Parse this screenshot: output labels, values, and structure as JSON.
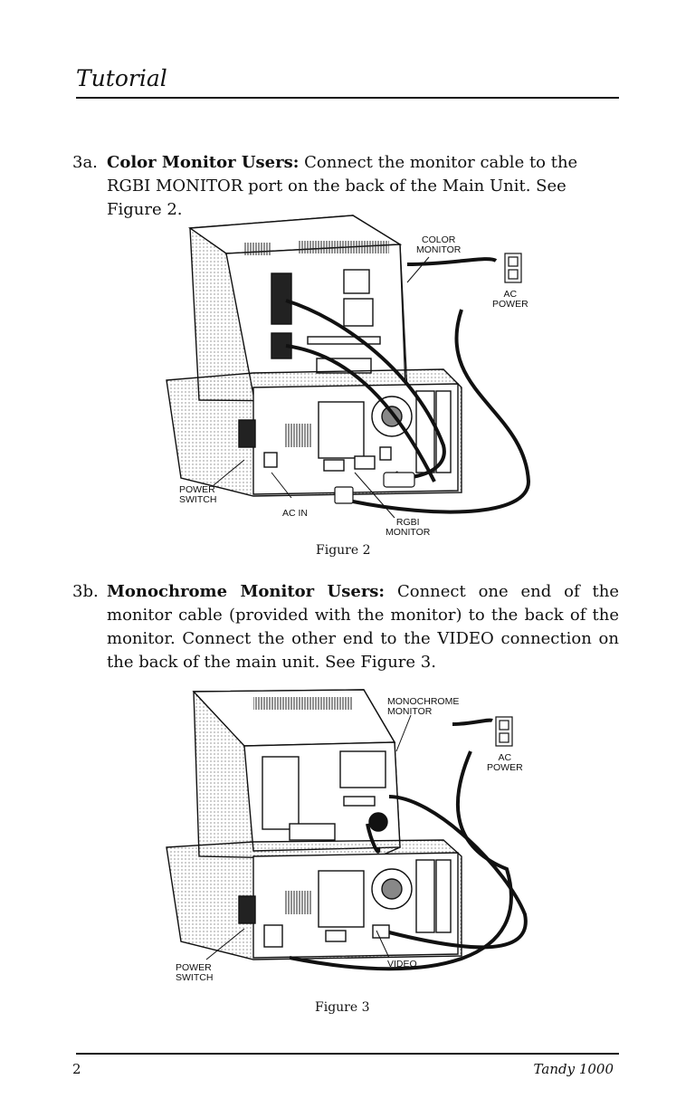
{
  "header": {
    "title": "Tutorial"
  },
  "steps": [
    {
      "number": "3a.",
      "lead": "Color Monitor Users:",
      "text": "Connect the monitor cable to the RGBI MONITOR port on the back of the Main Unit. See Figure 2."
    },
    {
      "number": "3b.",
      "lead": "Monochrome Monitor Users:",
      "text": "Connect one end of the monitor cable (provided with the monitor) to the back of the monitor. Connect the other end to the VIDEO connection on the back of the main unit. See Figure 3."
    }
  ],
  "figure2": {
    "caption": "Figure 2",
    "labels": {
      "color_monitor": "COLOR\nMONITOR",
      "ac_power": "AC\nPOWER",
      "power_switch": "POWER\nSWITCH",
      "ac_in": "AC IN",
      "rgbi_monitor": "RGBI\nMONITOR"
    }
  },
  "figure3": {
    "caption": "Figure 3",
    "labels": {
      "monochrome_monitor": "MONOCHROME\nMONITOR",
      "ac_power": "AC\nPOWER",
      "power_switch": "POWER\nSWITCH",
      "video": "VIDEO"
    }
  },
  "footer": {
    "page_number": "2",
    "title": "Tandy 1000"
  }
}
